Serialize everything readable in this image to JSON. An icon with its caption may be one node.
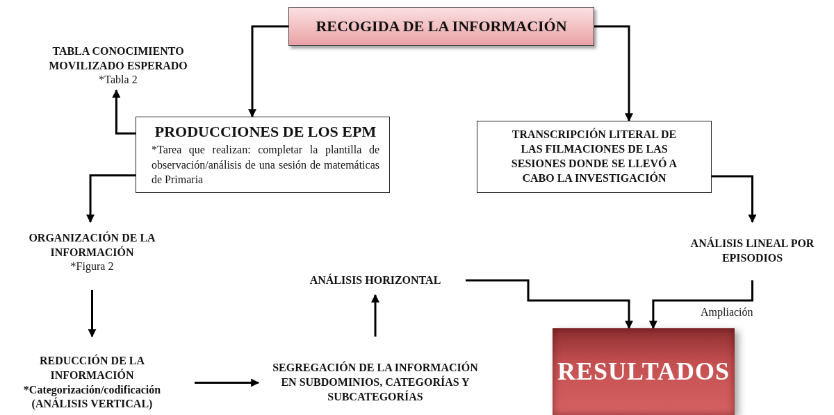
{
  "diagram": {
    "nodes": [
      {
        "text": [
          "RECOGIDA DE LA INFORMACIÓN"
        ]
      },
      {
        "text": [
          "TABLA CONOCIMIENTO MOVILIZADO ESPERADO",
          "*Tabla 2"
        ]
      },
      {
        "text": [
          "PRODUCCIONES DE LOS EPM",
          "*Tarea que realizan: completar la plantilla de observación/análisis de una sesión de matemáticas de Primaria"
        ]
      },
      {
        "text": [
          "TRANSCRIPCIÓN LITERAL DE LAS FILMACIONES DE LAS SESIONES DONDE SE LLEVÓ A CABO LA INVESTIGACIÓN"
        ]
      },
      {
        "text": [
          "ORGANIZACIÓN DE LA INFORMACIÓN",
          "*Figura 2"
        ]
      },
      {
        "text": [
          "ANÁLISIS LINEAL POR EPISODIOS"
        ]
      },
      {
        "text": [
          "ANÁLISIS HORIZONTAL"
        ]
      },
      {
        "text": [
          "REDUCCIÓN DE LA INFORMACIÓN",
          "*Categorización/codificación (ANÁLISIS VERTICAL)"
        ]
      },
      {
        "text": [
          "SEGREGACIÓN DE LA INFORMACIÓN EN SUBDOMINIOS, CATEGORÍAS Y SUBCATEGORÍAS"
        ]
      },
      {
        "text": [
          "RESULTADOS"
        ]
      }
    ],
    "edges": [
      {
        "from": 0,
        "to": 2,
        "arrow": "to"
      },
      {
        "from": 0,
        "to": 3,
        "arrow": "to"
      },
      {
        "from": 2,
        "to": 1,
        "arrow": "to"
      },
      {
        "from": 2,
        "to": 4,
        "arrow": "to"
      },
      {
        "from": 4,
        "to": 7,
        "arrow": "to"
      },
      {
        "from": 7,
        "to": 8,
        "arrow": "to"
      },
      {
        "from": 8,
        "to": 6,
        "arrow": "to"
      },
      {
        "from": 3,
        "to": 5,
        "arrow": "to"
      },
      {
        "from": 6,
        "to": 9,
        "arrow": "to"
      },
      {
        "from": 5,
        "to": 9,
        "arrow": "to",
        "label": "Ampliación"
      }
    ]
  }
}
